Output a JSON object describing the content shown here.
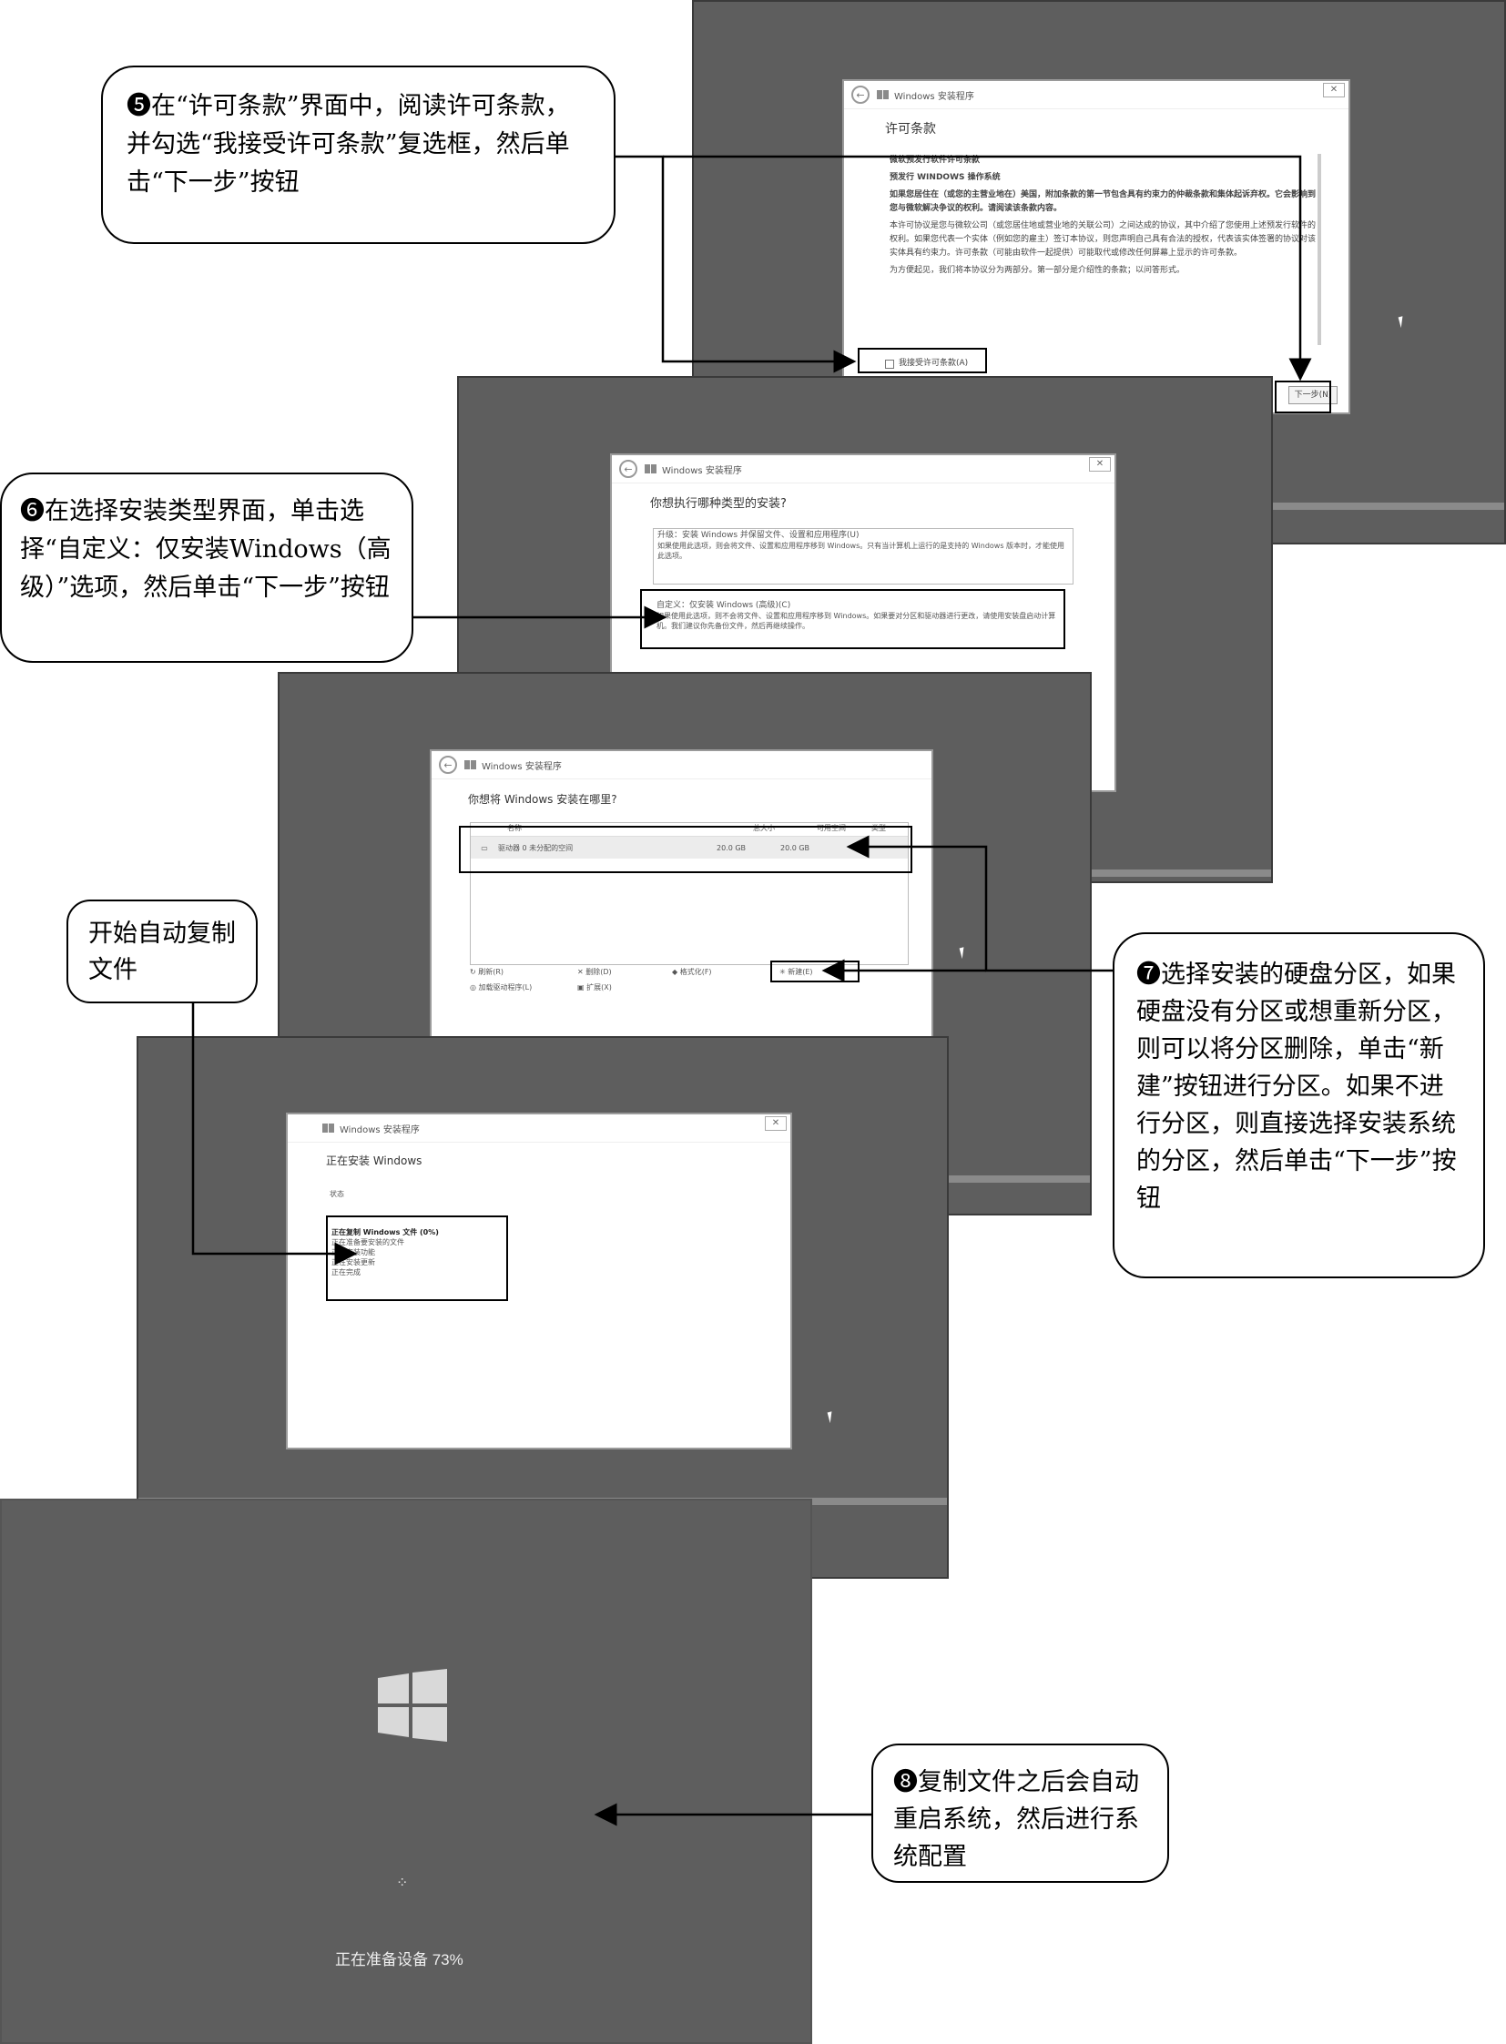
{
  "callout5": {
    "num": "❺",
    "text": "在“许可条款”界面中，阅读许可条款，并勾选“我接受许可条款”复选框，然后单击“下一步”按钮"
  },
  "callout6": {
    "num": "❻",
    "text": "在选择安装类型界面，单击选择“自定义：仅安装Windows（高级）”选项，然后单击“下一步”按钮"
  },
  "callout_copy": {
    "text": "开始自动复制文件"
  },
  "callout7": {
    "num": "❼",
    "text": "选择安装的硬盘分区，如果硬盘没有分区或想重新分区，则可以将分区删除，单击“新建”按钮进行分区。如果不进行分区，则直接选择安装系统的分区，然后单击“下一步”按钮"
  },
  "callout8": {
    "num": "❽",
    "text": "复制文件之后会自动重启系统，然后进行系统配置"
  },
  "setup_title": "Windows 安装程序",
  "close_glyph": "✕",
  "back_glyph": "←",
  "license": {
    "heading": "许可条款",
    "line1": "微软预发行软件许可条款",
    "line2": "预发行 WINDOWS 操作系统",
    "para1": "如果您居住在（或您的主营业地在）美国，附加条款的第一节包含具有约束力的仲裁条款和集体起诉弃权。它会影响到您与微软解决争议的权利。请阅读该条款内容。",
    "para2": "本许可协议是您与微软公司（或您居住地或营业地的关联公司）之间达成的协议，其中介绍了您使用上述预发行软件的权利。如果您代表一个实体（例如您的雇主）签订本协议，则您声明自己具有合法的授权，代表该实体签署的协议对该实体具有约束力。许可条款（可能由软件一起提供）可能取代或修改任何屏幕上显示的许可条款。",
    "para3": "为方便起见，我们将本协议分为两部分。第一部分是介绍性的条款；以问答形式。",
    "accept": "我接受许可条款(A)",
    "next": "下一步(N)"
  },
  "type_dialog": {
    "question": "你想执行哪种类型的安装?",
    "upgrade_title": "升级：安装 Windows 并保留文件、设置和应用程序(U)",
    "upgrade_desc": "如果使用此选项，则会将文件、设置和应用程序移到 Windows。只有当计算机上运行的是支持的 Windows 版本时，才能使用此选项。",
    "custom_title": "自定义：仅安装 Windows (高级)(C)",
    "custom_desc": "如果使用此选项，则不会将文件、设置和应用程序移到 Windows。如果要对分区和驱动器进行更改，请使用安装盘启动计算机。我们建议你先备份文件，然后再继续操作。"
  },
  "disk_dialog": {
    "question": "你想将 Windows 安装在哪里?",
    "col_name": "名称",
    "col_total": "总大小",
    "col_free": "可用空间",
    "col_type": "类型",
    "row_name": "驱动器 0 未分配的空间",
    "row_total": "20.0 GB",
    "row_free": "20.0 GB",
    "refresh": "刷新(R)",
    "delete": "删除(D)",
    "format": "格式化(F)",
    "new": "新建(E)",
    "load_driver": "加载驱动程序(L)",
    "extend": "扩展(X)"
  },
  "install_dialog": {
    "title": "正在安装 Windows",
    "status_label": "状态",
    "step1": "正在复制 Windows 文件 (0%)",
    "step2": "正在准备要安装的文件",
    "step3": "正在安装功能",
    "step4": "正在安装更新",
    "step5": "正在完成"
  },
  "boot": {
    "status": "正在准备设备 73%",
    "spinner": "⁘"
  }
}
